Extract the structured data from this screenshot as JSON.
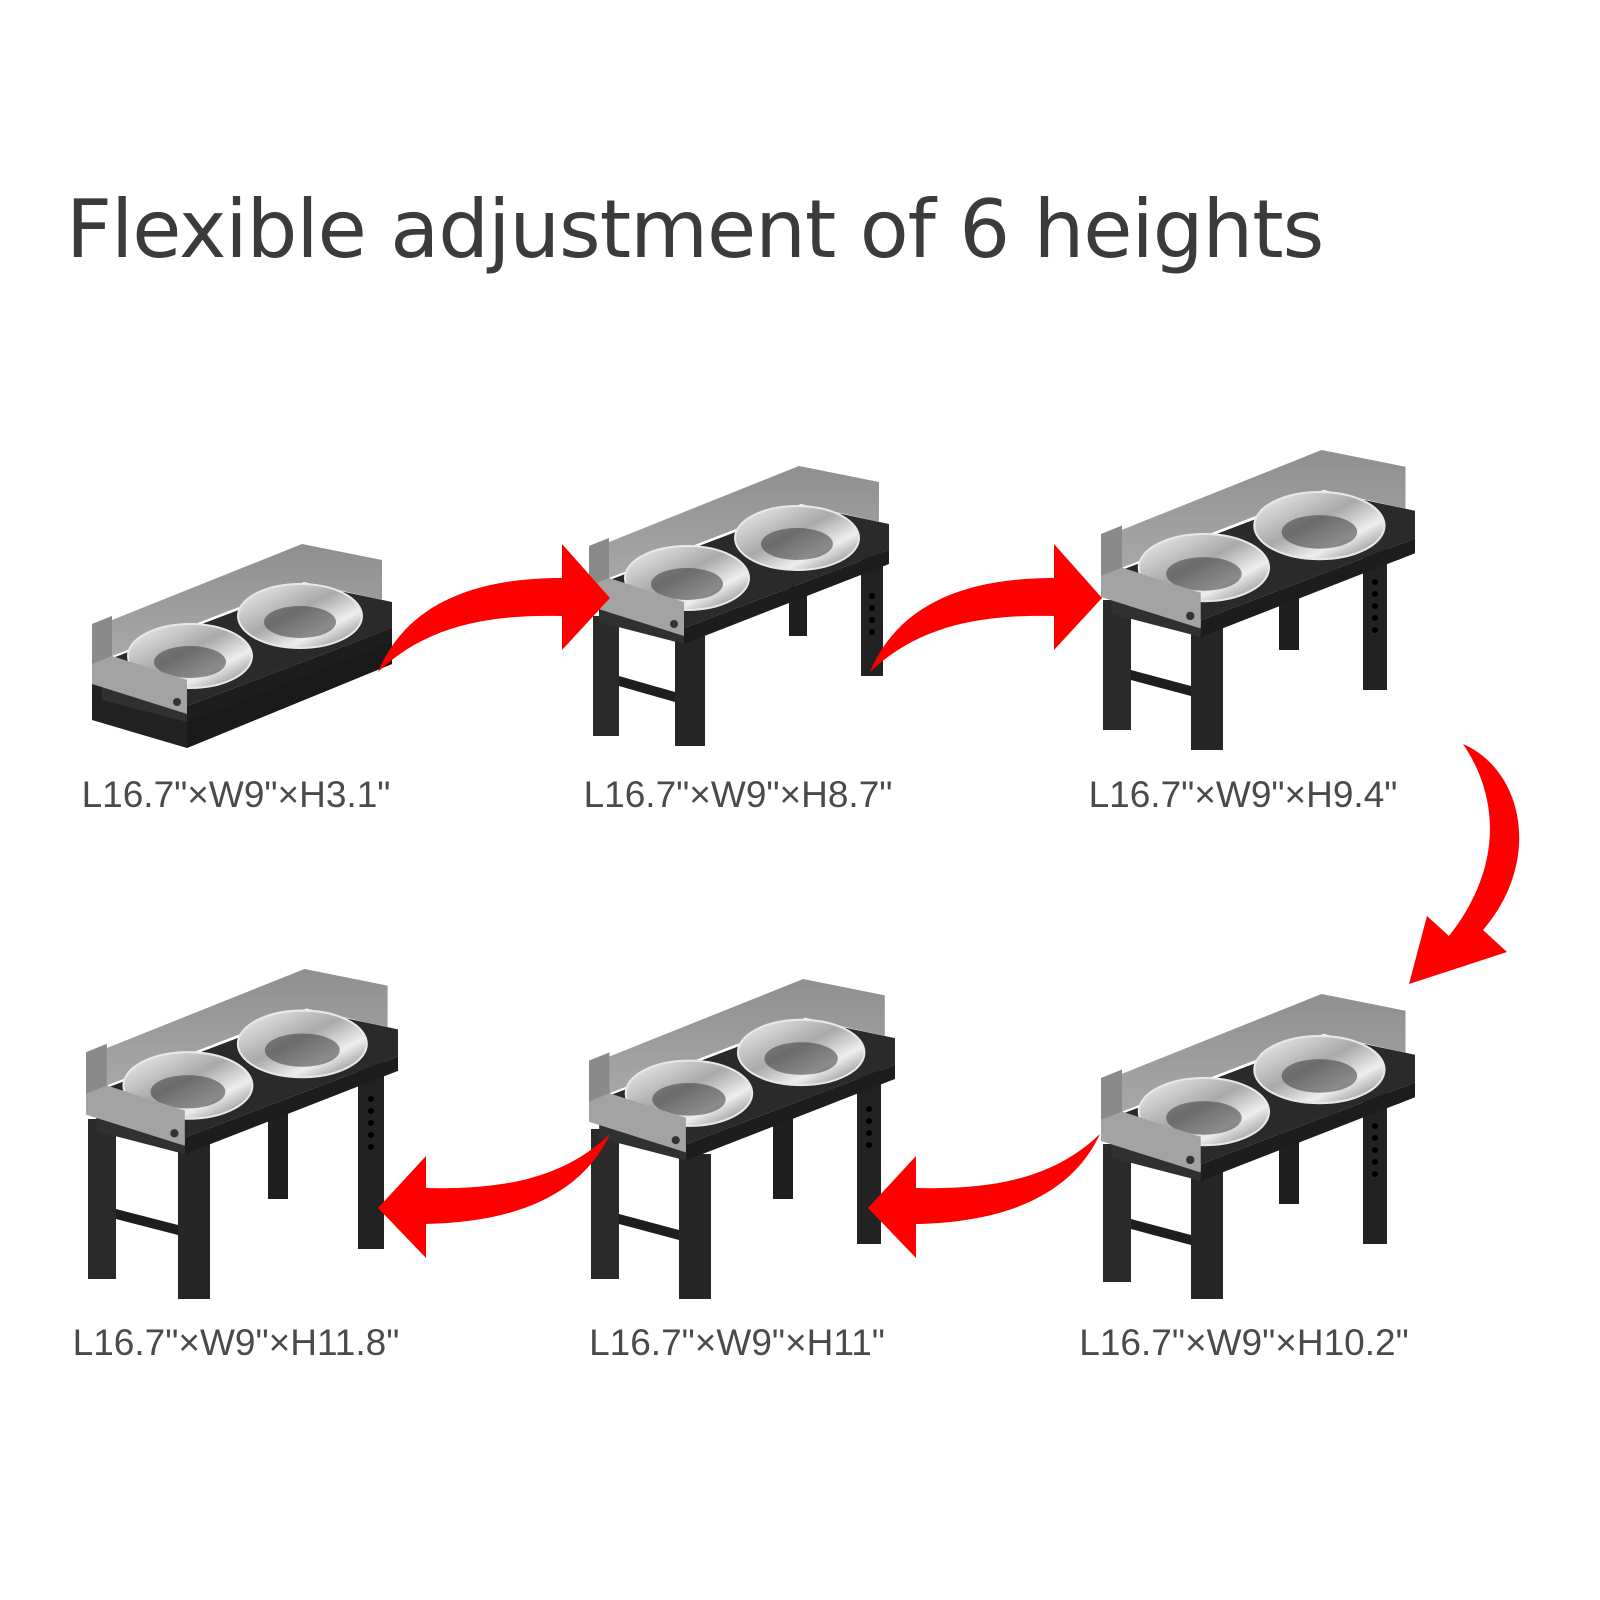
{
  "title": "Flexible adjustment of 6 heights",
  "colors": {
    "arrow": "#ff0000",
    "text": "#3b3b3b",
    "guard": "#9a9a9a",
    "frame": "#262626",
    "bowl": "#c8c8c8"
  },
  "products": [
    {
      "label": "L16.7\"×W9\"×H3.1\"",
      "height_in": 3.1
    },
    {
      "label": "L16.7\"×W9\"×H8.7\"",
      "height_in": 8.7
    },
    {
      "label": "L16.7\"×W9\"×H9.4\"",
      "height_in": 9.4
    },
    {
      "label": "L16.7\"×W9\"×H10.2\"",
      "height_in": 10.2
    },
    {
      "label": "L16.7\"×W9\"×H11\"",
      "height_in": 11
    },
    {
      "label": "L16.7\"×W9\"×H11.8\"",
      "height_in": 11.8
    }
  ],
  "arrows": [
    {
      "name": "arrow-1-to-2",
      "direction": "right"
    },
    {
      "name": "arrow-2-to-3",
      "direction": "right"
    },
    {
      "name": "arrow-3-to-4",
      "direction": "down"
    },
    {
      "name": "arrow-4-to-5",
      "direction": "left"
    },
    {
      "name": "arrow-5-to-6",
      "direction": "left"
    }
  ]
}
